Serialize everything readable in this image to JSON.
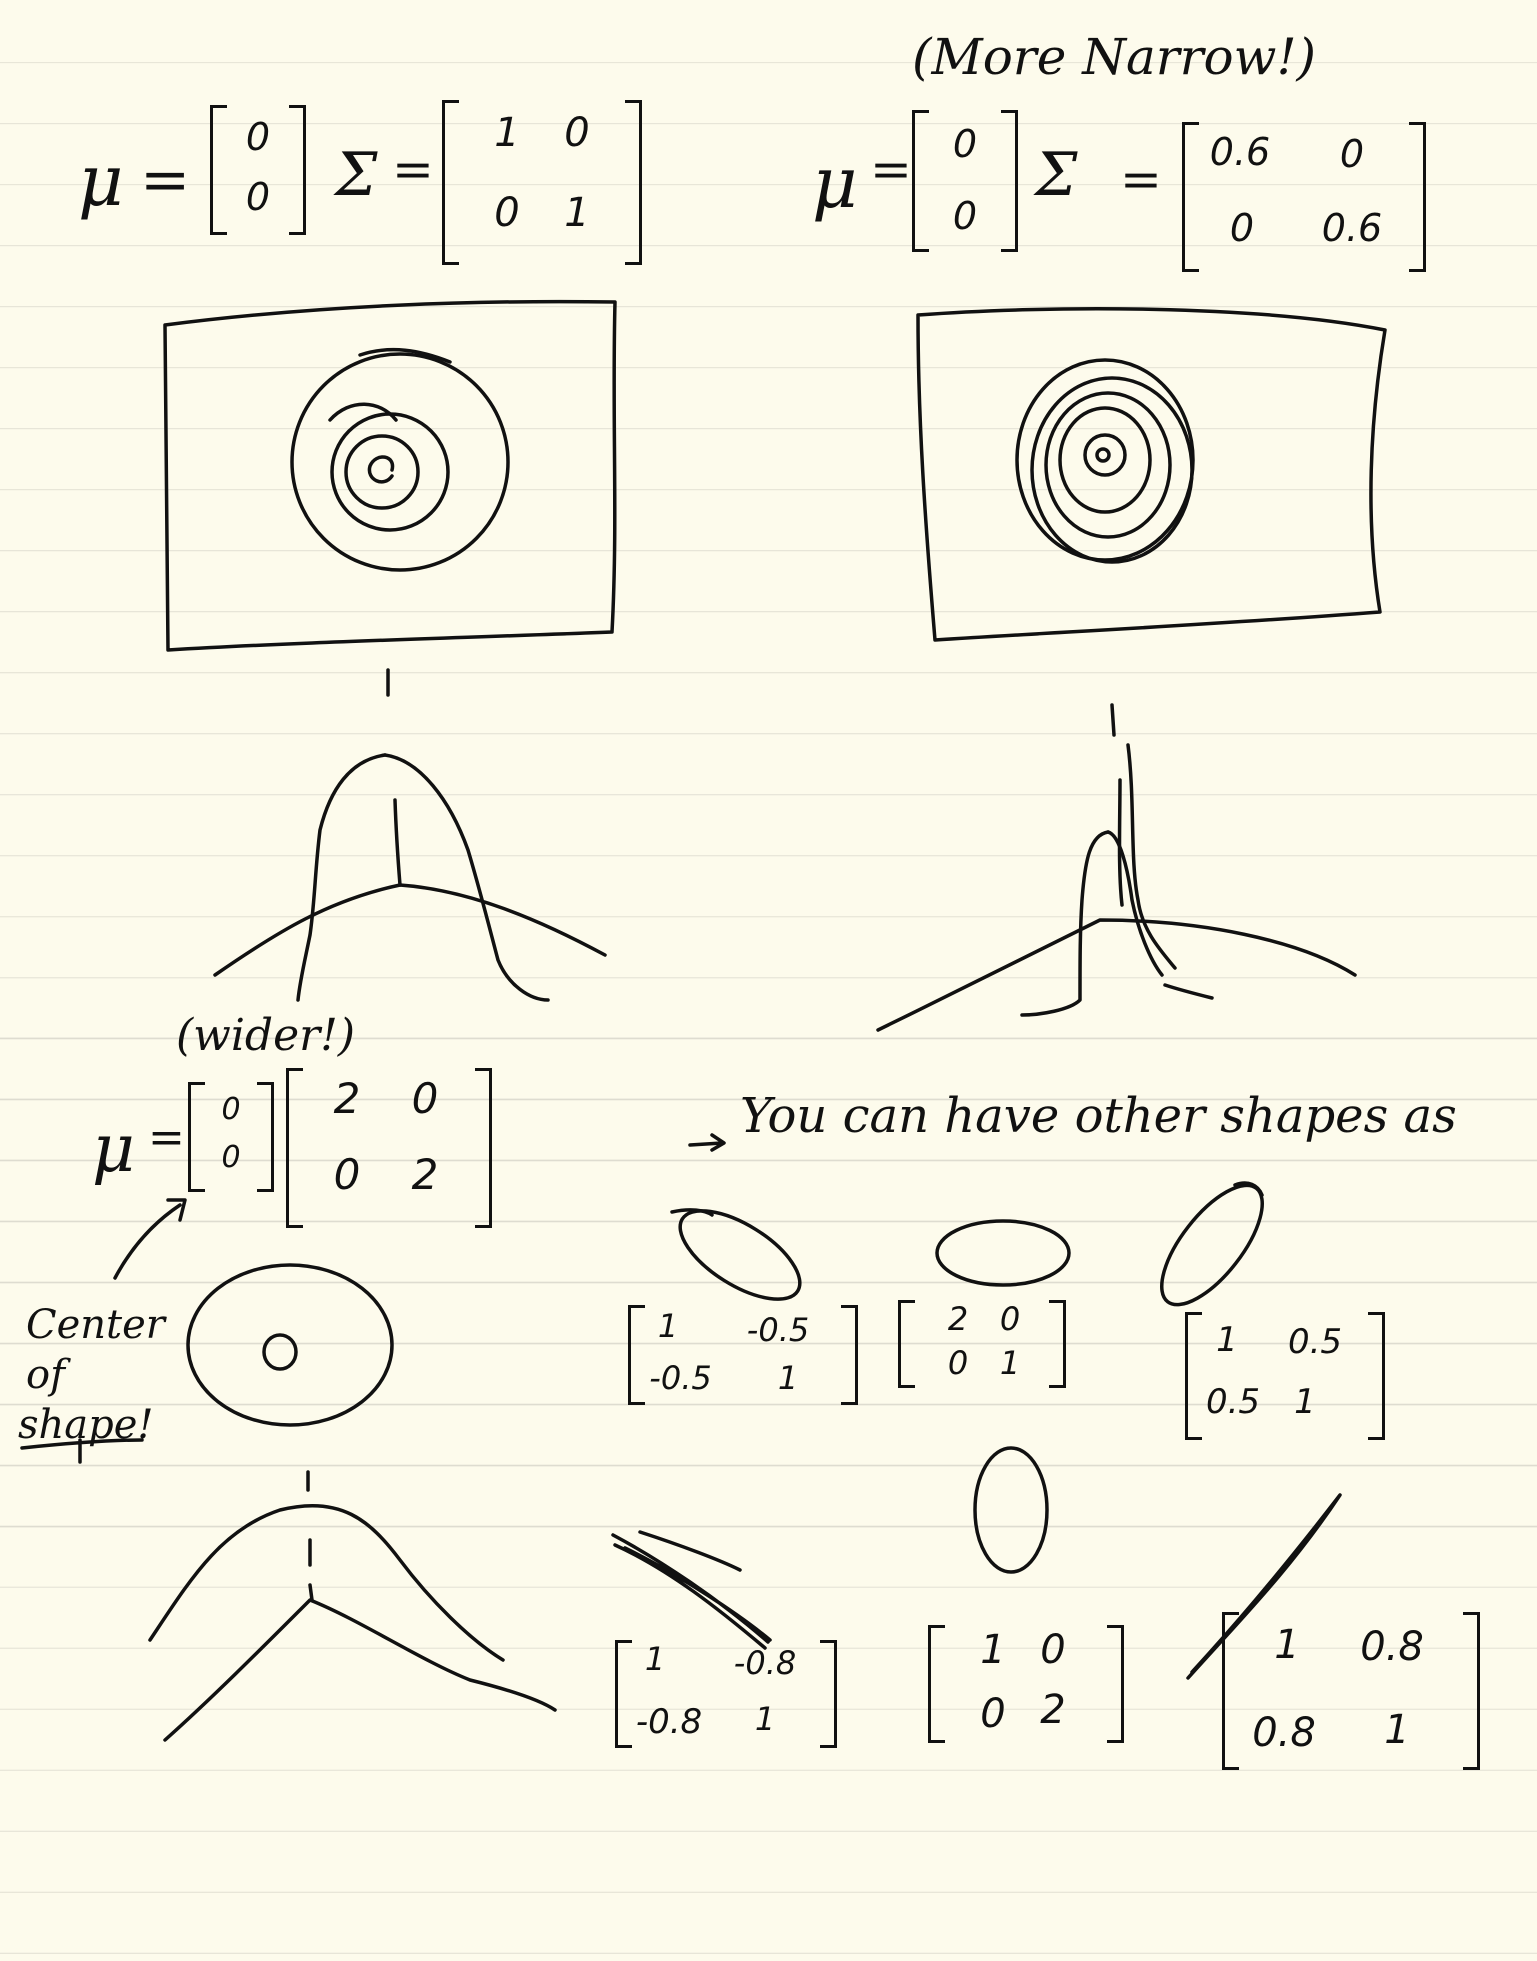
{
  "annotations": {
    "more_narrow": "(More Narrow!)",
    "wider": "(wider!)",
    "other_shapes": "You can have other shapes as",
    "center_of": "Center of",
    "shape": "shape!"
  },
  "symbols": {
    "mu": "μ",
    "sigma": "Σ",
    "equals": "="
  },
  "matrices": {
    "mu1": [
      "0",
      "0"
    ],
    "sigma1": [
      "1",
      "0",
      "0",
      "1"
    ],
    "mu2": [
      "0",
      "0"
    ],
    "sigma2": [
      "0.6",
      "0",
      "0",
      "0.6"
    ],
    "mu3": [
      "0",
      "0"
    ],
    "sigma3": [
      "2",
      "0",
      "0",
      "2"
    ],
    "shape_a": [
      "1",
      "-0.5",
      "-0.5",
      "1"
    ],
    "shape_b": [
      "2",
      "0",
      "0",
      "1"
    ],
    "shape_c": [
      "1",
      "0.5",
      "0.5",
      "1"
    ],
    "shape_d": [
      "1",
      "-0.8",
      "-0.8",
      "1"
    ],
    "shape_e": [
      "1",
      "0",
      "0",
      "2"
    ],
    "shape_f": [
      "1",
      "0.8",
      "0.8",
      "1"
    ]
  }
}
